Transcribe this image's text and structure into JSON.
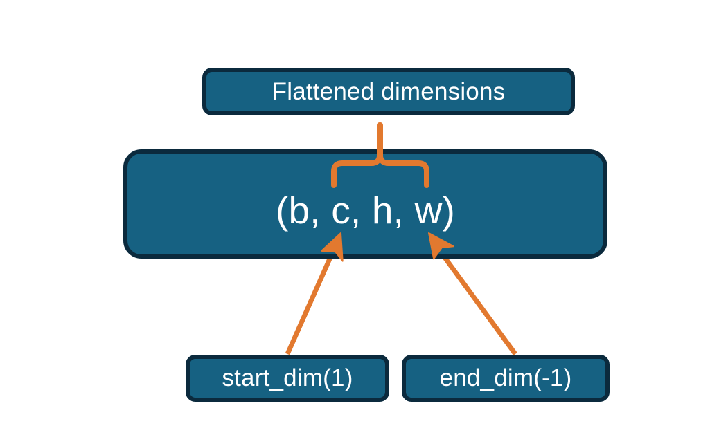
{
  "diagram": {
    "title_node": {
      "label": "Flattened dimensions"
    },
    "shape_node": {
      "label": "(b, c, h, w)"
    },
    "arg_nodes": [
      {
        "label": "start_dim(1)"
      },
      {
        "label": "end_dim(-1)"
      }
    ],
    "connectors": {
      "brace": "curly-brace-up",
      "start_arrow": "arrow-up-right",
      "end_arrow": "arrow-up-left"
    },
    "colors": {
      "background": "#ffffff",
      "node_fill": "#166182",
      "node_border": "#0b2a3d",
      "node_text": "#ffffff",
      "accent": "#e2792f"
    }
  }
}
